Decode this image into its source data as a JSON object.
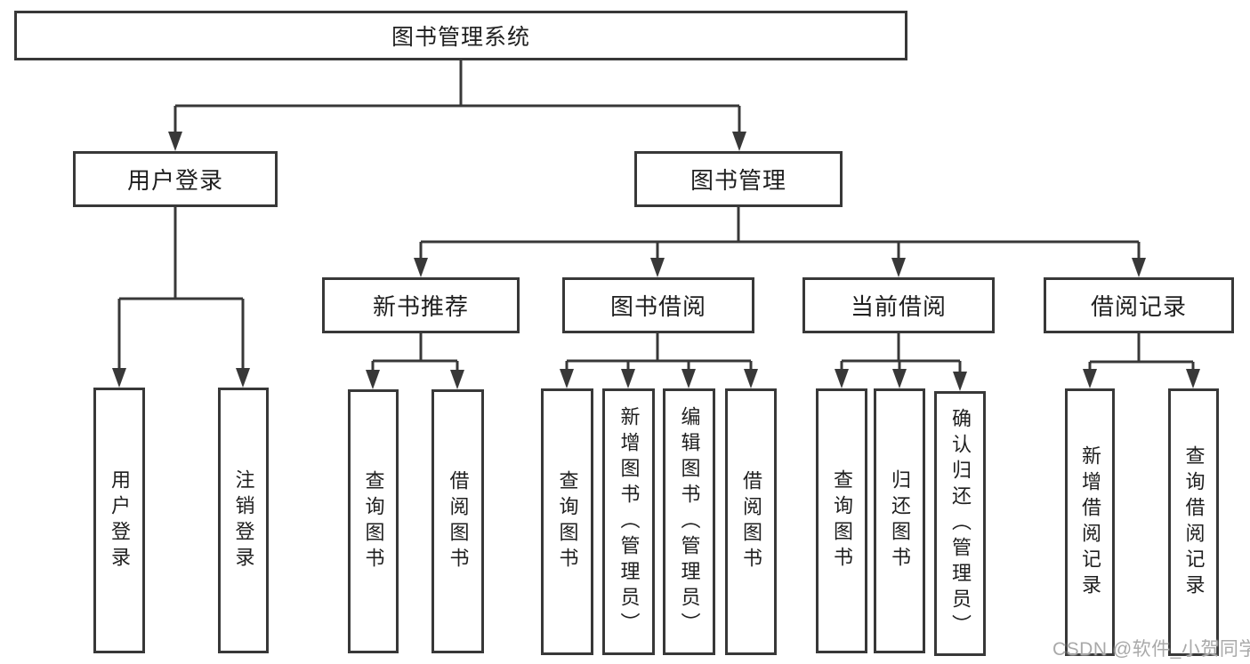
{
  "diagram": {
    "type": "hierarchy-tree",
    "nodes": {
      "root": "图书管理系统",
      "user_login": "用户登录",
      "book_mgmt": "图书管理",
      "leaf_user_login": "用户登录",
      "leaf_logout": "注销登录",
      "new_book_rec": "新书推荐",
      "book_borrow": "图书借阅",
      "current_borrow": "当前借阅",
      "borrow_records": "借阅记录",
      "rec_query": "查询图书",
      "rec_borrow": "借阅图书",
      "bb_query": "查询图书",
      "bb_add": "新增图书（管理员）",
      "bb_edit": "编辑图书（管理员）",
      "bb_borrow": "借阅图书",
      "cb_query": "查询图书",
      "cb_return": "归还图书",
      "cb_confirm": "确认归还（管理员）",
      "br_add": "新增借阅记录",
      "br_query": "查询借阅记录"
    },
    "structure": {
      "图书管理系统": [
        "用户登录",
        "图书管理"
      ],
      "用户登录": [
        "用户登录",
        "注销登录"
      ],
      "图书管理": [
        "新书推荐",
        "图书借阅",
        "当前借阅",
        "借阅记录"
      ],
      "新书推荐": [
        "查询图书",
        "借阅图书"
      ],
      "图书借阅": [
        "查询图书",
        "新增图书（管理员）",
        "编辑图书（管理员）",
        "借阅图书"
      ],
      "当前借阅": [
        "查询图书",
        "归还图书",
        "确认归还（管理员）"
      ],
      "借阅记录": [
        "新增借阅记录",
        "查询借阅记录"
      ]
    },
    "colors": {
      "line": "#383838",
      "text": "#1f1f1f",
      "background": "#ffffff",
      "watermark": "#a9a9a9"
    }
  },
  "watermark": {
    "text": "CSDN @软件_小贺同学"
  }
}
